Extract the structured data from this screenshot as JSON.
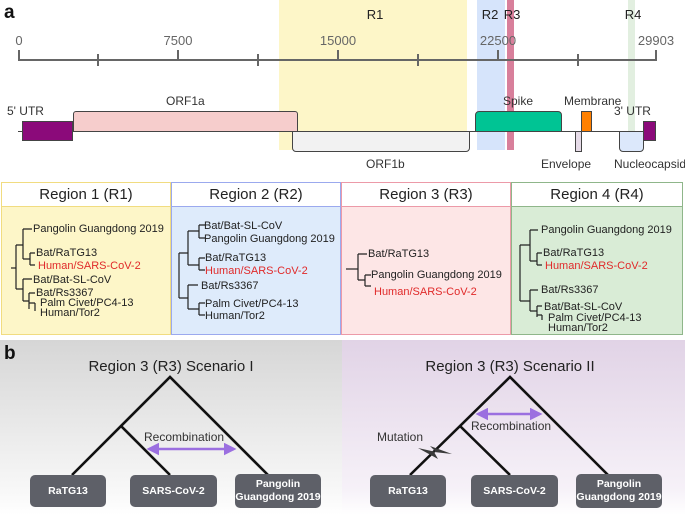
{
  "panel_a": {
    "letter": "a",
    "axis": {
      "ticks": [
        "0",
        "7500",
        "15000",
        "22500",
        "29903"
      ],
      "min": 0,
      "max": 29903
    },
    "regions": [
      {
        "id": "R1",
        "label": "R1",
        "color": "#fdf6c8"
      },
      {
        "id": "R2",
        "label": "R2",
        "color": "#cfe0fb"
      },
      {
        "id": "R3",
        "label": "R3",
        "color": "#d87f9b"
      },
      {
        "id": "R4",
        "label": "R4",
        "color": "#dcecd9"
      }
    ],
    "genes": {
      "utr5": {
        "label": "5' UTR",
        "color": "#8b0a7a"
      },
      "orf1a": {
        "label": "ORF1a",
        "color": "#f6cdcc"
      },
      "orf1b": {
        "label": "ORF1b",
        "color": "#f2f2f2"
      },
      "spike": {
        "label": "Spike",
        "color": "#00c494"
      },
      "membrane": {
        "label": "Membrane",
        "color": "#ff8000"
      },
      "envelope": {
        "label": "Envelope",
        "color": "#e6dbe8"
      },
      "nucleocapsid": {
        "label": "Nucleocapsid",
        "color": "#dce8fb"
      },
      "utr3": {
        "label": "3' UTR",
        "color": "#8b0a7a"
      }
    },
    "trees": [
      {
        "title": "Region 1 (R1)",
        "border": "#f1dc80",
        "bg": "#fdf6c8",
        "leaves": [
          "Pangolin Guangdong 2019",
          "Bat/RaTG13",
          "Human/SARS-CoV-2",
          "Bat/Bat-SL-CoV",
          "Bat/Rs3367",
          "Palm Civet/PC4-13",
          "Human/Tor2"
        ]
      },
      {
        "title": "Region 2 (R2)",
        "border": "#9ba9ee",
        "bg": "#deebfb",
        "leaves": [
          "Bat/Bat-SL-CoV",
          "Pangolin Guangdong 2019",
          "Bat/RaTG13",
          "Human/SARS-CoV-2",
          "Bat/Rs3367",
          "Palm Civet/PC4-13",
          "Human/Tor2"
        ]
      },
      {
        "title": "Region 3 (R3)",
        "border": "#ec9aa8",
        "bg": "#fde6e6",
        "leaves": [
          "Bat/RaTG13",
          "Pangolin Guangdong 2019",
          "Human/SARS-CoV-2"
        ]
      },
      {
        "title": "Region 4 (R4)",
        "border": "#8fb68a",
        "bg": "#d9ecd6",
        "leaves": [
          "Pangolin Guangdong 2019",
          "Bat/RaTG13",
          "Human/SARS-CoV-2",
          "Bat/Rs3367",
          "Bat/Bat-SL-CoV",
          "Palm Civet/PC4-13",
          "Human/Tor2"
        ]
      }
    ],
    "highlight_color": "#e02a2a"
  },
  "panel_b": {
    "letter": "b",
    "scenarios": [
      {
        "title": "Region 3 (R3) Scenario I",
        "recombination_label": "Recombination",
        "nodes": [
          "RaTG13",
          "SARS-CoV-2",
          "Pangolin Guangdong 2019"
        ]
      },
      {
        "title": "Region 3 (R3) Scenario II",
        "recombination_label": "Recombination",
        "mutation_label": "Mutation",
        "nodes": [
          "RaTG13",
          "SARS-CoV-2",
          "Pangolin Guangdong 2019"
        ]
      }
    ],
    "arrow_color": "#9b6fe0",
    "node_color": "#5e6068"
  }
}
